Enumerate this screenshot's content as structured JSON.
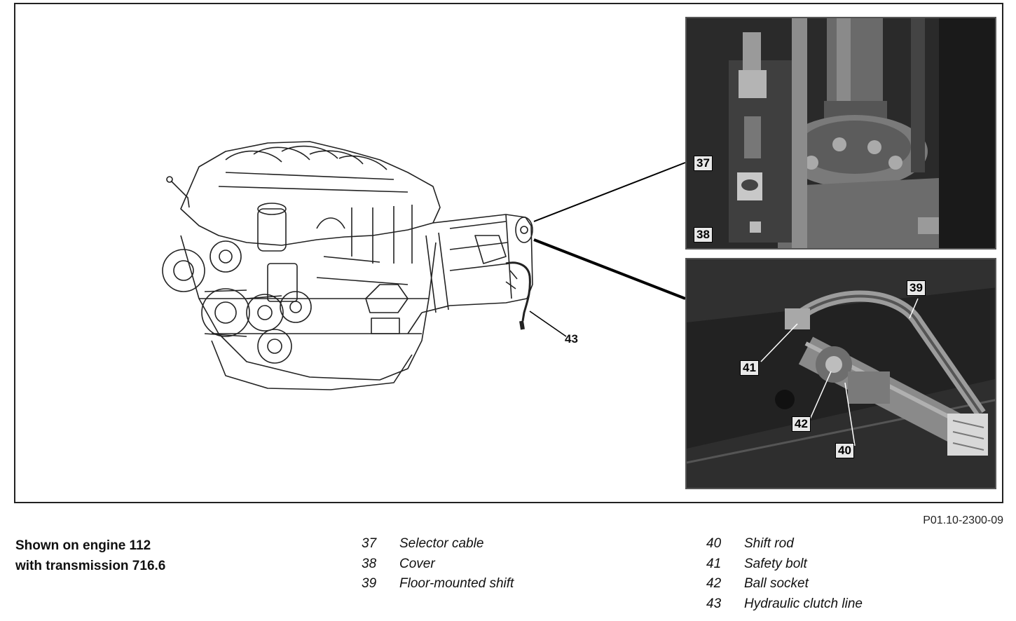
{
  "figure": {
    "code": "P01.10-2300-09",
    "caption_lines": [
      "Shown on engine 112",
      "with transmission 716.6"
    ]
  },
  "callouts": {
    "c37": "37",
    "c38": "38",
    "c39": "39",
    "c40": "40",
    "c41": "41",
    "c42": "42",
    "c43": "43"
  },
  "legend": [
    {
      "num": "37",
      "label": "Selector cable"
    },
    {
      "num": "38",
      "label": "Cover"
    },
    {
      "num": "39",
      "label": "Floor-mounted shift"
    },
    {
      "num": "40",
      "label": "Shift rod"
    },
    {
      "num": "41",
      "label": "Safety bolt"
    },
    {
      "num": "42",
      "label": "Ball socket"
    },
    {
      "num": "43",
      "label": "Hydraulic clutch line"
    }
  ],
  "colors": {
    "border": "#222222",
    "photo_dark": "#1c1c1c",
    "callout_bg": "#e9e9e9"
  }
}
